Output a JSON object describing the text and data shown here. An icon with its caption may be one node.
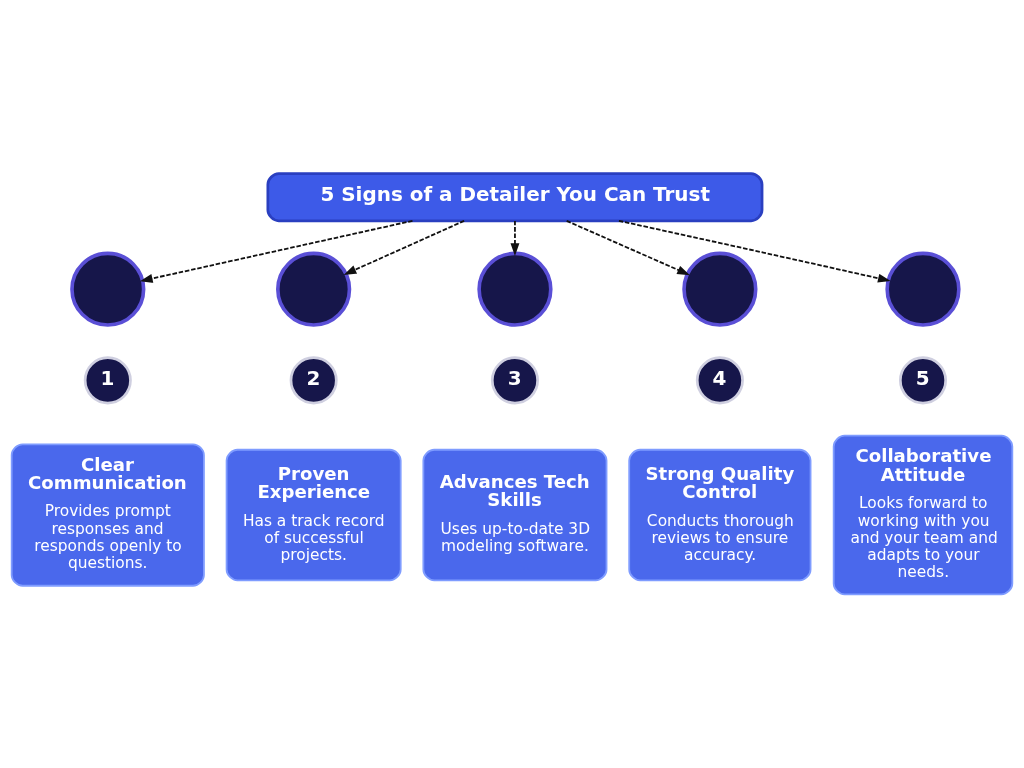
{
  "diagram": {
    "nodes": [
      {
        "text": [
          "5 Signs of a Detailer You Can Trust"
        ]
      },
      {
        "text": [],
        "shape": "circle"
      },
      {
        "text": [],
        "shape": "circle"
      },
      {
        "text": [],
        "shape": "circle"
      },
      {
        "text": [],
        "shape": "circle"
      },
      {
        "text": [],
        "shape": "circle"
      },
      {
        "text": [
          "1"
        ]
      },
      {
        "text": [
          "2"
        ]
      },
      {
        "text": [
          "3"
        ]
      },
      {
        "text": [
          "4"
        ]
      },
      {
        "text": [
          "5"
        ]
      },
      {
        "text": [
          "Clear Communication",
          "Provides prompt responses and responds openly to questions."
        ]
      },
      {
        "text": [
          "Proven Experience",
          "Has a track record of successful projects."
        ]
      },
      {
        "text": [
          "Advances Tech Skills",
          "Uses up-to-date 3D modeling software."
        ]
      },
      {
        "text": [
          "Strong Quality Control",
          "Conducts thorough reviews to ensure accuracy."
        ]
      },
      {
        "text": [
          "Collaborative Attitude",
          "Looks forward to working with you and your team and adapts to your needs."
        ]
      }
    ],
    "edges": [
      {
        "from": 0,
        "to": 1,
        "arrow": "to",
        "style": "dashed"
      },
      {
        "from": 0,
        "to": 2,
        "arrow": "to",
        "style": "dashed"
      },
      {
        "from": 0,
        "to": 3,
        "arrow": "to",
        "style": "dashed"
      },
      {
        "from": 0,
        "to": 4,
        "arrow": "to",
        "style": "dashed"
      },
      {
        "from": 0,
        "to": 5,
        "arrow": "to",
        "style": "dashed"
      }
    ]
  }
}
